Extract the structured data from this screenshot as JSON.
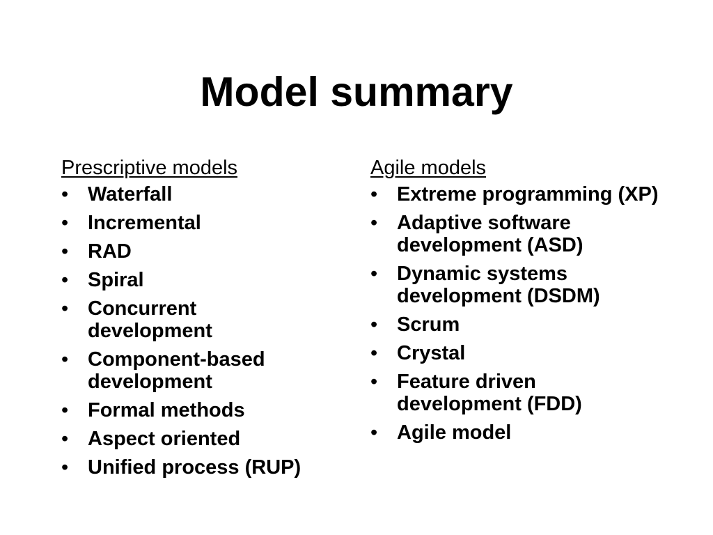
{
  "slide": {
    "title": "Model summary",
    "bullet": "•",
    "left_column": {
      "heading": "Prescriptive models",
      "items": [
        {
          "label": "Waterfall"
        },
        {
          "label": "Incremental"
        },
        {
          "label": "RAD"
        },
        {
          "label": "Spiral"
        },
        {
          "label": "Concurrent development"
        },
        {
          "label": "Component-based development"
        },
        {
          "label": "Formal methods"
        },
        {
          "label": "Aspect oriented"
        },
        {
          "label": "Unified process (RUP)"
        }
      ]
    },
    "right_column": {
      "heading": "Agile models",
      "items": [
        {
          "label": "Extreme programming (XP)"
        },
        {
          "label": "Adaptive software development (ASD)"
        },
        {
          "label": "Dynamic systems development (DSDM)"
        },
        {
          "label": "Scrum"
        },
        {
          "label": "Crystal"
        },
        {
          "label": "Feature driven development (FDD)"
        },
        {
          "label": "Agile model"
        }
      ]
    }
  }
}
